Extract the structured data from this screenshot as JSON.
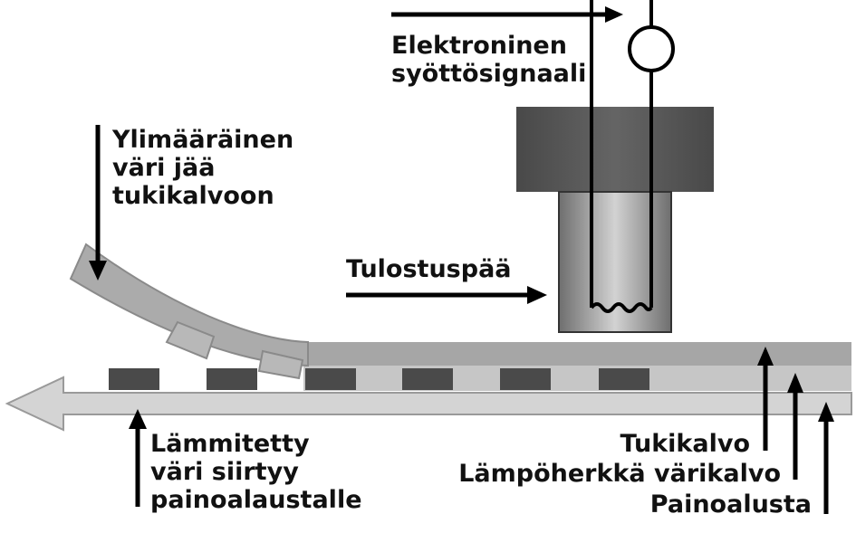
{
  "labels": {
    "input_signal_line1": "Elektroninen",
    "input_signal_line2": "syöttösignaali",
    "excess_dye_line1": "Ylimääräinen",
    "excess_dye_line2": "väri jää",
    "excess_dye_line3": "tukikalvoon",
    "print_head": "Tulostuspää",
    "heated_dye_line1": "Lämmitetty",
    "heated_dye_line2": "väri siirtyy",
    "heated_dye_line3": "painoalaustalle",
    "carrier_film": "Tukikalvo",
    "dye_film": "Lämpöherkkä värikalvo",
    "substrate": "Painoalusta"
  },
  "colors": {
    "print_head_dark": "#3a3a3a",
    "print_head_light": "#b5b5b5",
    "carrier_film": "#a6a6a6",
    "dye_film": "#c6c6c6",
    "substrate": "#d4d4d4",
    "dye_block": "#4a4a4a",
    "arrow": "#000000"
  }
}
